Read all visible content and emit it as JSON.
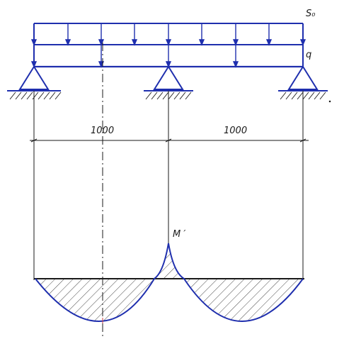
{
  "labels": {
    "snow_load": "S₀",
    "distributed_load": "q",
    "span_left": "1000",
    "span_right": "1000",
    "support_moment": "M ′"
  },
  "colors": {
    "load_lines": "#1f2fae",
    "drawing_lines": "#1a1a1a",
    "background": "#ffffff"
  },
  "structure": {
    "supports": 3,
    "spans": 2,
    "upper_load_arrows": 9,
    "lower_load_arrows": 4
  }
}
